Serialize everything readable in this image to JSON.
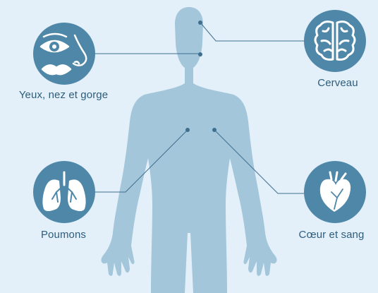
{
  "diagram": {
    "colors": {
      "background": "#e3f0f9",
      "silhouette": "#a3c6da",
      "circle": "#4f87a9",
      "icon": "#ffffff",
      "line": "#3f6f8f",
      "label": "#2e5d7c"
    },
    "organs": [
      {
        "id": "eyes",
        "label": "Yeux, nez et gorge",
        "icon": "eye-nose-mouth-icon"
      },
      {
        "id": "brain",
        "label": "Cerveau",
        "icon": "brain-icon"
      },
      {
        "id": "lungs",
        "label": "Poumons",
        "icon": "lungs-icon"
      },
      {
        "id": "heart",
        "label": "Cœur et sang",
        "icon": "heart-icon"
      }
    ]
  }
}
